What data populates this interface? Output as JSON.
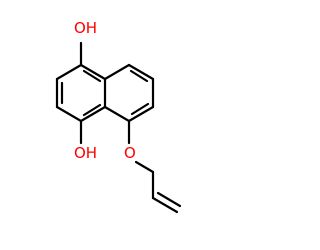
{
  "molecule": {
    "labels": {
      "oh_top": "OH",
      "oh_bottom": "OH",
      "ether_o": "O"
    },
    "colors": {
      "carbon_bond": "#000000",
      "oxygen": "#ff0000"
    }
  }
}
